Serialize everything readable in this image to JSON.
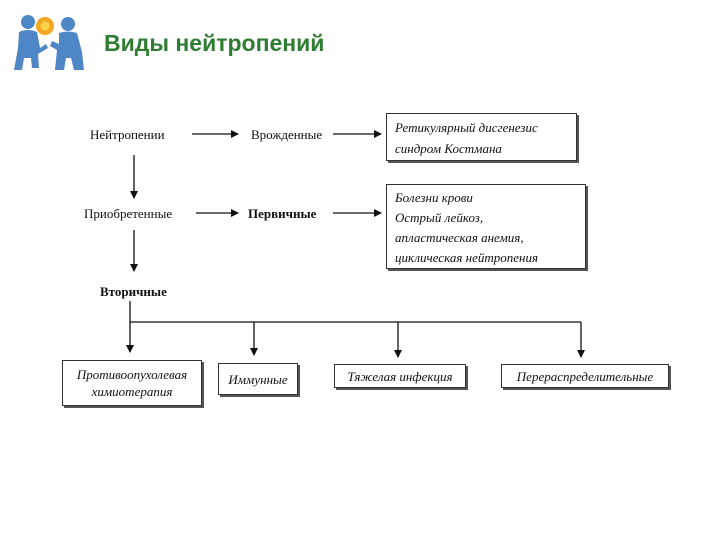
{
  "header": {
    "title": "Виды нейтропений"
  },
  "diagram": {
    "neutropenias": "Нейтропении",
    "congenital": "Врожденные",
    "acquired": "Приобретенные",
    "primary": "Первичные",
    "secondary": "Вторичные",
    "congenital_examples": [
      "Ретикулярный дисгенезис",
      "синдром Костмана"
    ],
    "primary_examples": [
      "Болезни крови",
      "Острый лейкоз,",
      "апластическая анемия,",
      "циклическая нейтропения"
    ],
    "secondary_types": [
      "Противоопухолевая химиотерапия",
      "Иммунные",
      "Тяжелая инфекция",
      "Перераспределительные"
    ]
  },
  "colors": {
    "title": "#2e7d32",
    "logo": "#4f86c6",
    "sun": "#f5a623"
  }
}
